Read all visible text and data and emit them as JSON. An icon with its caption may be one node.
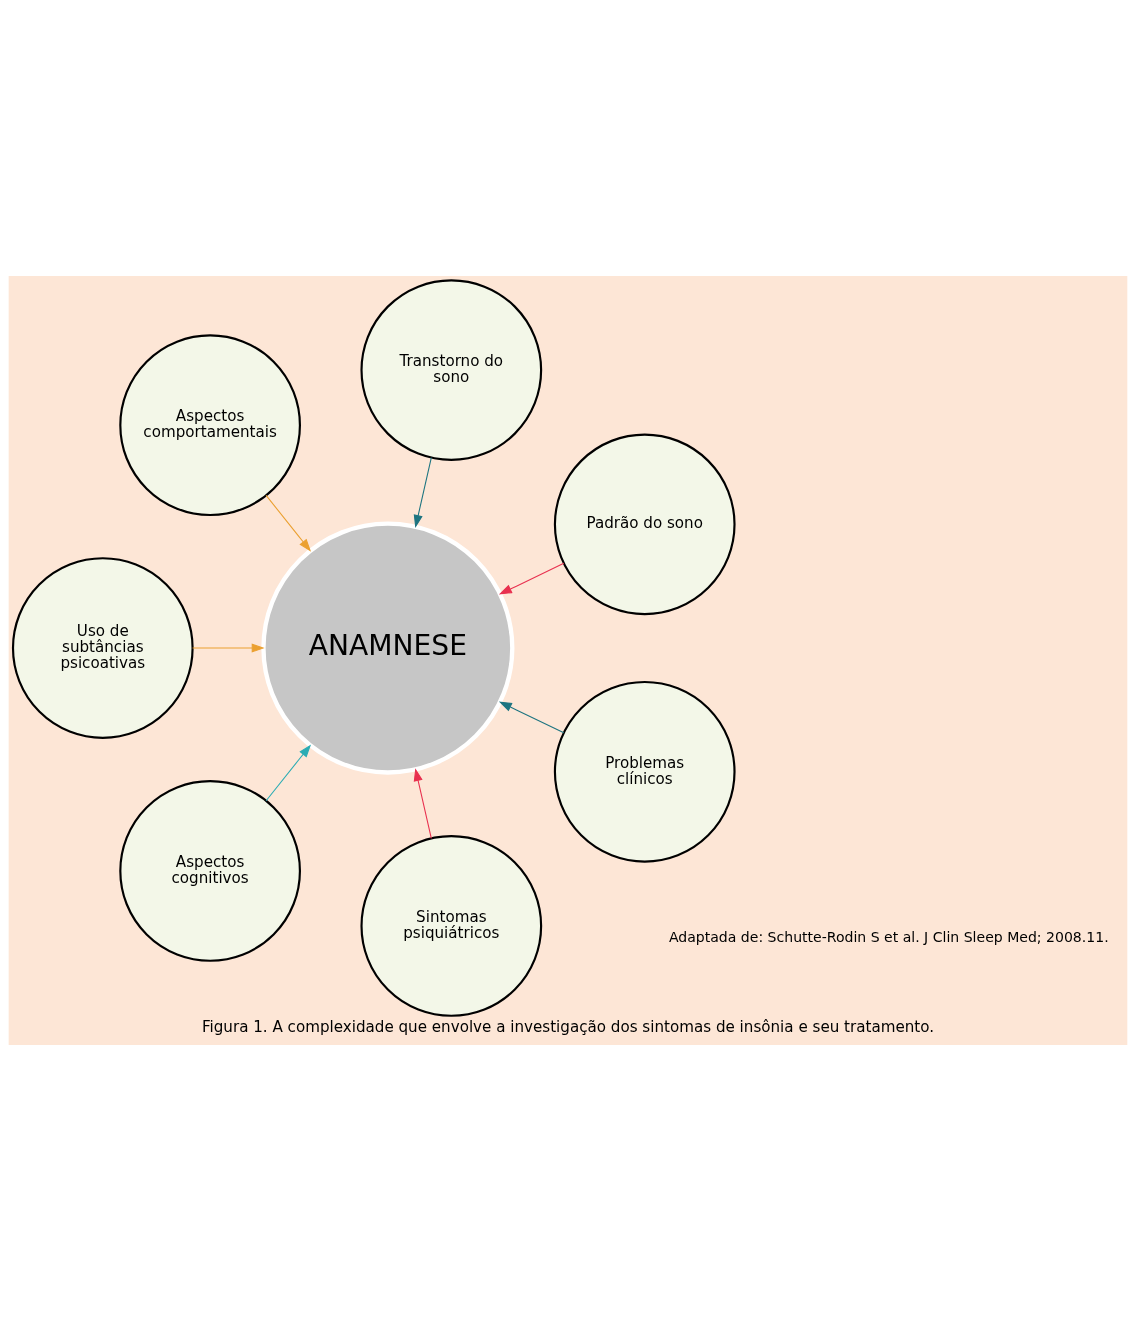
{
  "diagram": {
    "caption": "Figura 1. A complexidade que envolve a investigação dos sintomas de insônia e seu tratamento.",
    "nodes": [
      {
        "text": [
          "Padrão do sono"
        ]
      },
      {
        "text": [
          "Transtorno do sono"
        ]
      },
      {
        "text": [
          "Aspectos comportamentais"
        ]
      },
      {
        "text": [
          "ANAMNESE"
        ]
      },
      {
        "text": [
          "Uso de subtâncias psicoativas"
        ]
      },
      {
        "text": [
          "Aspectos cognitivos"
        ]
      },
      {
        "text": [
          "Sintomas psiquiátricos"
        ]
      },
      {
        "text": [
          "Problemas clínicos"
        ]
      }
    ],
    "edges": [
      {
        "from": 0,
        "to": 3,
        "arrow": "to",
        "color": "#e8304f"
      },
      {
        "from": 1,
        "to": 3,
        "arrow": "to",
        "color": "#1d7480"
      },
      {
        "from": 2,
        "to": 3,
        "arrow": "to",
        "color": "#eba030"
      },
      {
        "from": 4,
        "to": 3,
        "arrow": "to",
        "color": "#eba030"
      },
      {
        "from": 5,
        "to": 3,
        "arrow": "to",
        "color": "#2aacb4"
      },
      {
        "from": 6,
        "to": 3,
        "arrow": "to",
        "color": "#e8304f"
      },
      {
        "from": 7,
        "to": 3,
        "arrow": "to",
        "color": "#1d7480"
      }
    ],
    "labels": [
      "Adaptada de: Schutte-Rodin S et al. J Clin Sleep Med; 2008.11."
    ]
  }
}
